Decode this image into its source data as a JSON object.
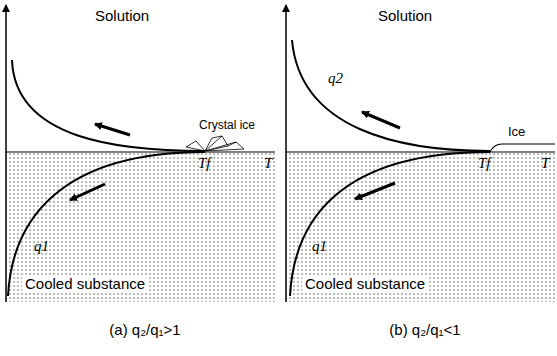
{
  "diagram": {
    "nodes": [
      {
        "text": [
          "Cooled substance"
        ]
      },
      {
        "text": [
          "Cooled substance"
        ]
      }
    ],
    "labels": [
      "Solution",
      "Crystal ice",
      "Tf",
      "T",
      "q1",
      "Solution",
      "q2",
      "Ice",
      "Tf",
      "T",
      "q1",
      "(a) q₂/q₁>1",
      "(b) q₂/q₁<1"
    ]
  }
}
